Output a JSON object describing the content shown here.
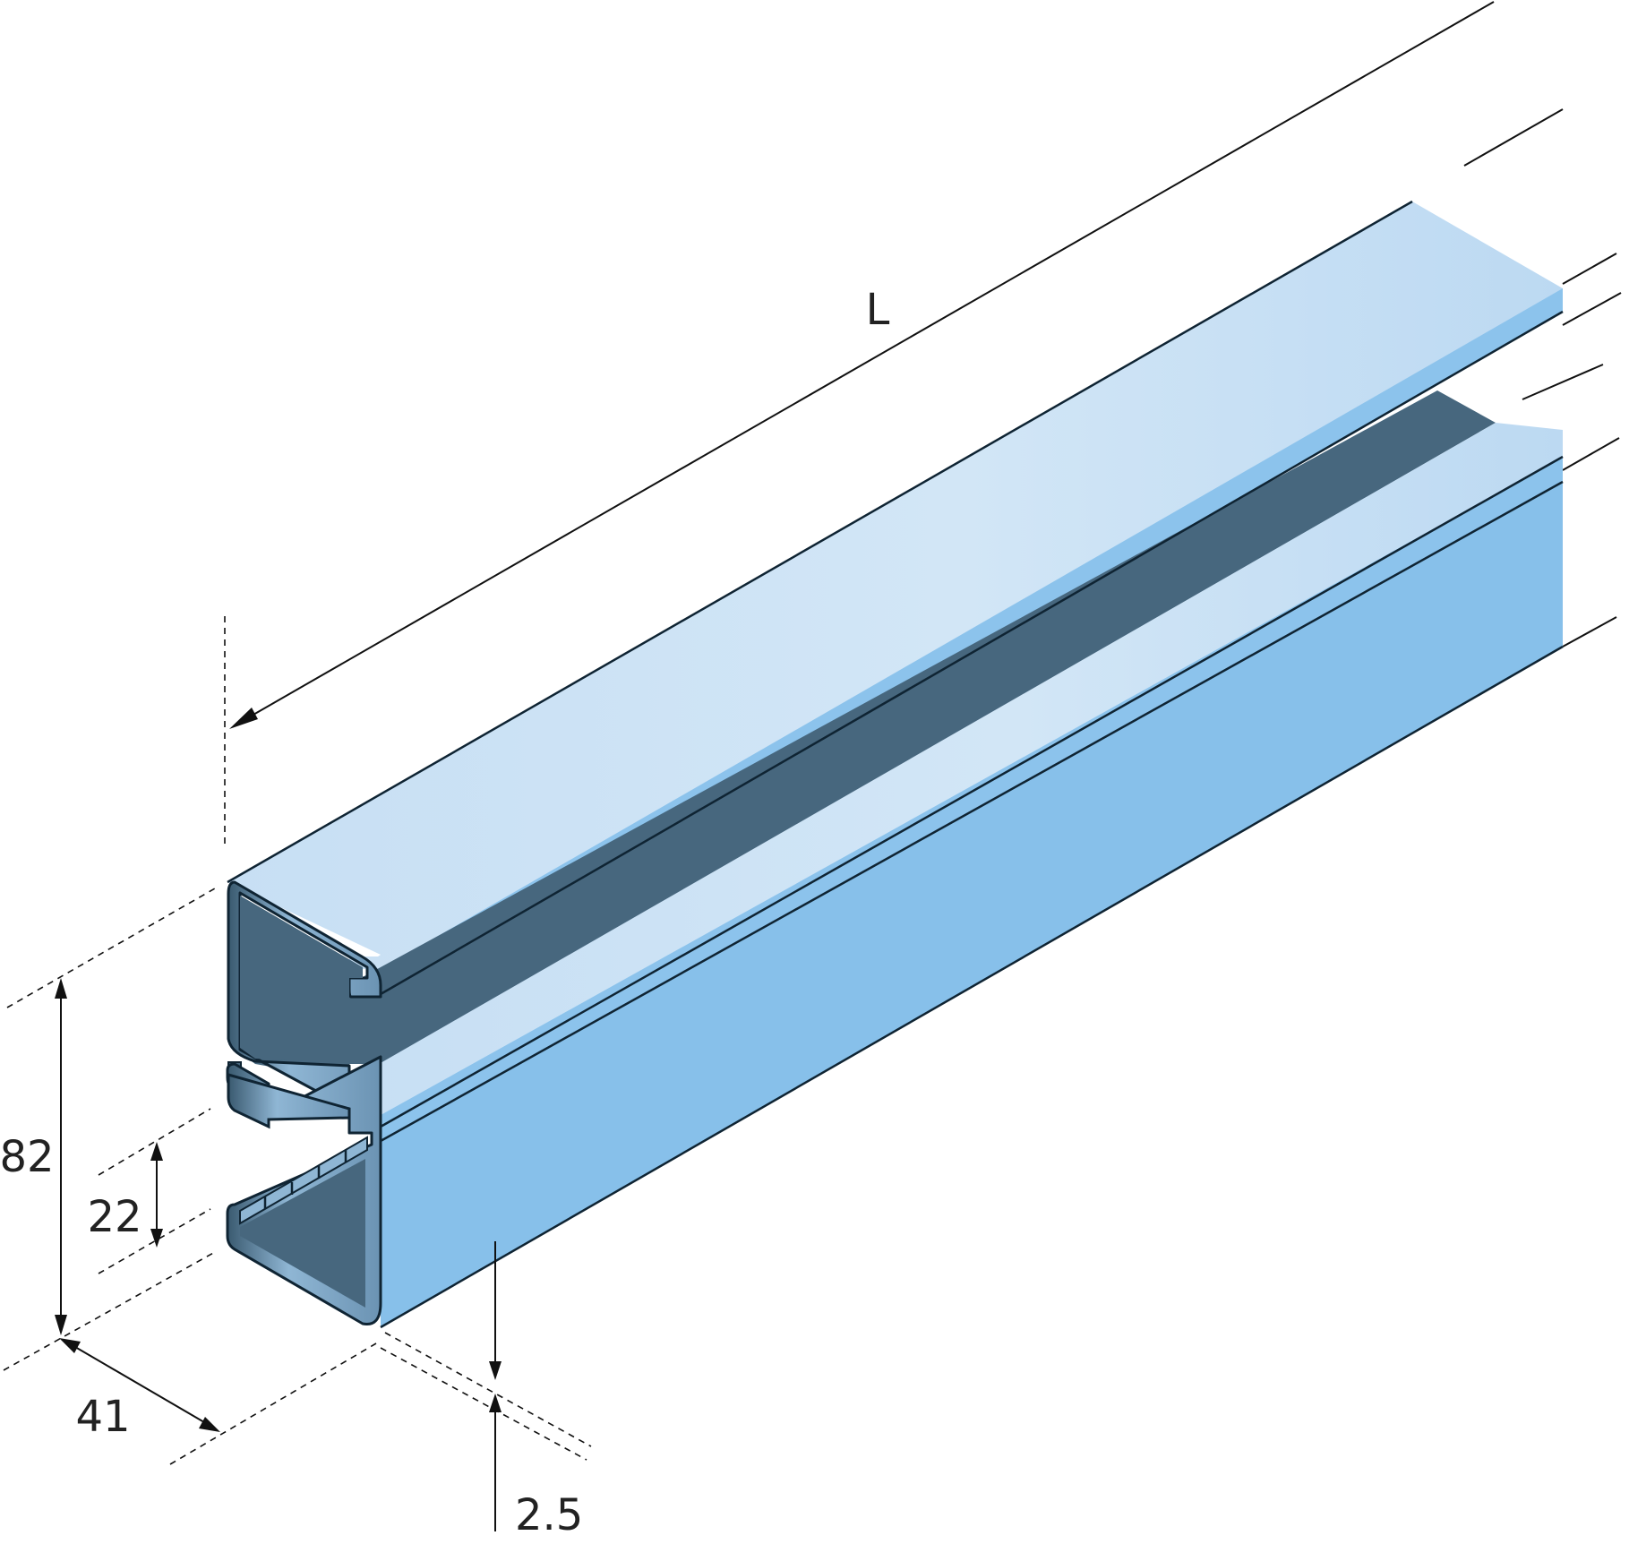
{
  "dimensions": {
    "length": "L",
    "height": "82",
    "slot": "22",
    "width": "41",
    "thickness": "2.5"
  },
  "colors": {
    "top_face": "#c7dff4",
    "side_face": "#87c0ea",
    "slot_dark": "#47677e",
    "outline": "#0f2433",
    "dimension_lines": "#111111"
  }
}
